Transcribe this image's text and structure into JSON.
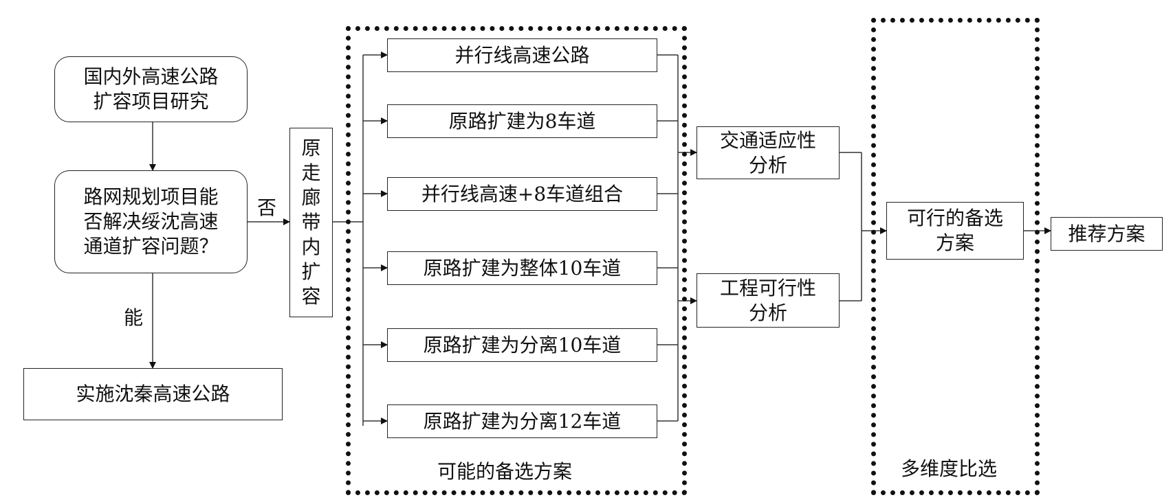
{
  "diagram": {
    "nodes": {
      "research": "国内外高速公路\n扩容项目研究",
      "decision": "路网规划项目能\n否解决绥沈高速\n通道扩容问题？",
      "implement": "实施沈秦高速公路",
      "corridor": "原走廊带内扩容",
      "opt1": "并行线高速公路",
      "opt2": "原路扩建为8车道",
      "opt3": "并行线高速+8车道组合",
      "opt4": "原路扩建为整体10车道",
      "opt5": "原路扩建为分离10车道",
      "opt6": "原路扩建为分离12车道",
      "traffic": "交通适应性\n分析",
      "engineering": "工程可行性\n分析",
      "feasible": "可行的备选\n方案",
      "recommend": "推荐方案"
    },
    "edge_labels": {
      "no": "否",
      "yes": "能"
    },
    "groups": {
      "possible": "可能的备选方案",
      "multi": "多维度比选"
    }
  }
}
